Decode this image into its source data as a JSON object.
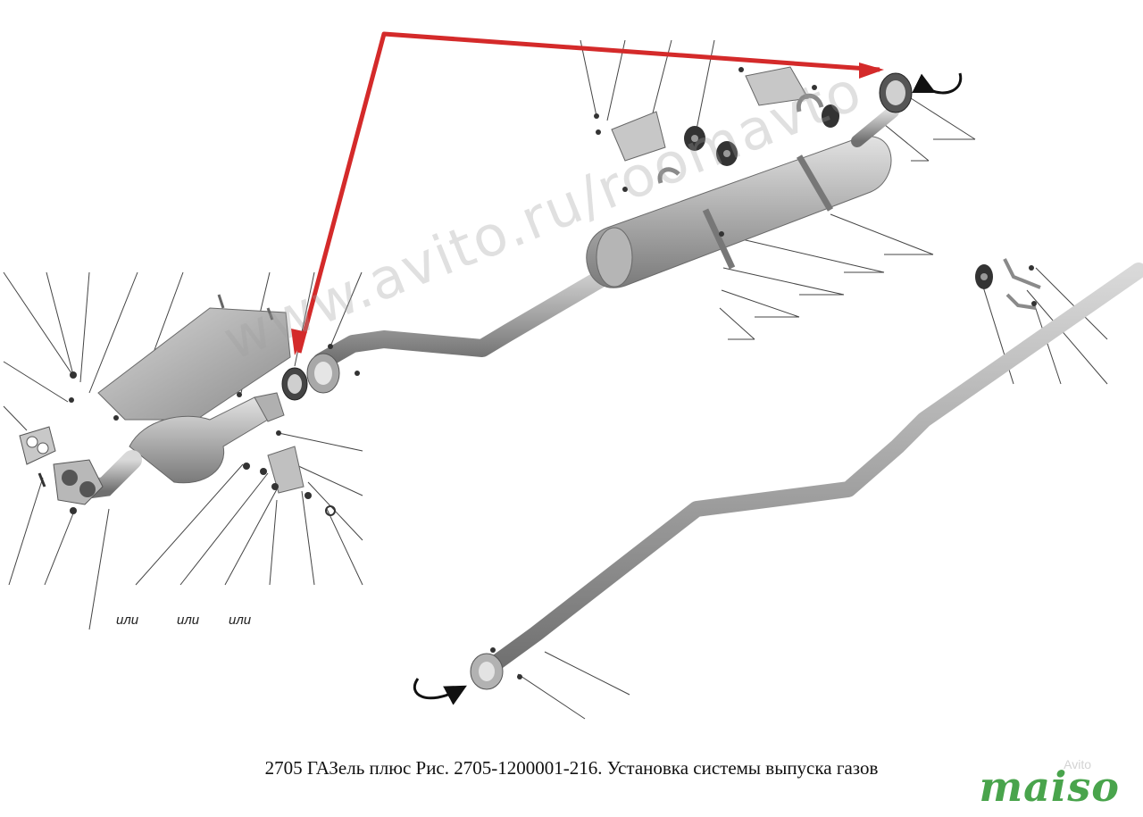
{
  "caption": "2705 ГАЗель плюс Рис. 2705-1200001-216. Установка системы выпуска газов",
  "alt_labels": [
    "или",
    "или",
    "или"
  ],
  "watermark": "www.avito.ru/roomavto",
  "logo": "maiso",
  "logo_small": "Avito",
  "colors": {
    "arrow": "#d42a2a",
    "pipe": "#a9a9a9",
    "logo": "#49a44c",
    "leader": "#444444"
  }
}
